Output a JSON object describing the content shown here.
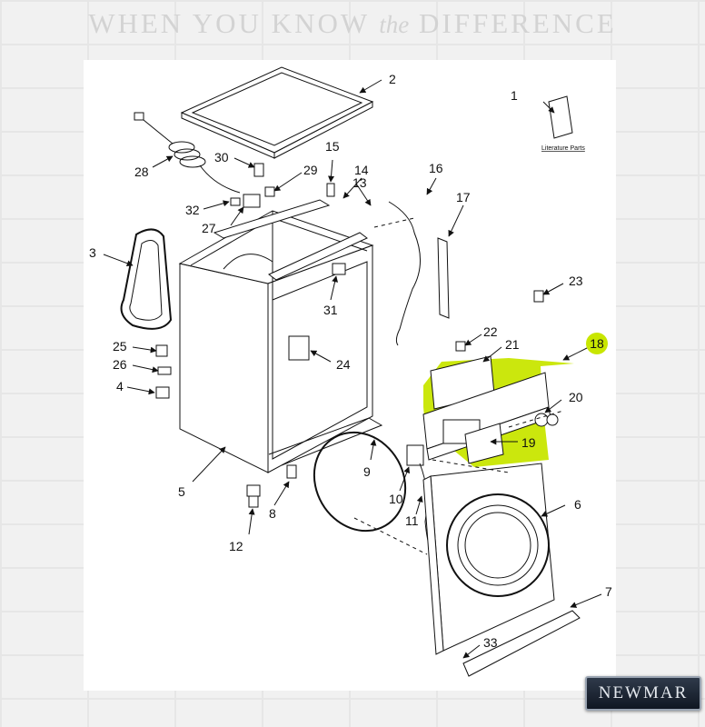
{
  "header": {
    "tagline_part1": "WHEN YOU KNOW",
    "tagline_italic": "the",
    "tagline_part2": "DIFFERENCE"
  },
  "diagram": {
    "highlight_color": "#c8e600",
    "callouts": [
      "1",
      "2",
      "3",
      "4",
      "5",
      "6",
      "7",
      "8",
      "9",
      "10",
      "11",
      "12",
      "13",
      "14",
      "15",
      "16",
      "17",
      "18",
      "19",
      "20",
      "21",
      "22",
      "23",
      "24",
      "25",
      "26",
      "27",
      "28",
      "29",
      "30",
      "31",
      "32",
      "33"
    ],
    "literature_label": "Literature Parts",
    "highlighted_part": "18"
  },
  "logo": {
    "text": "NEWMAR"
  }
}
